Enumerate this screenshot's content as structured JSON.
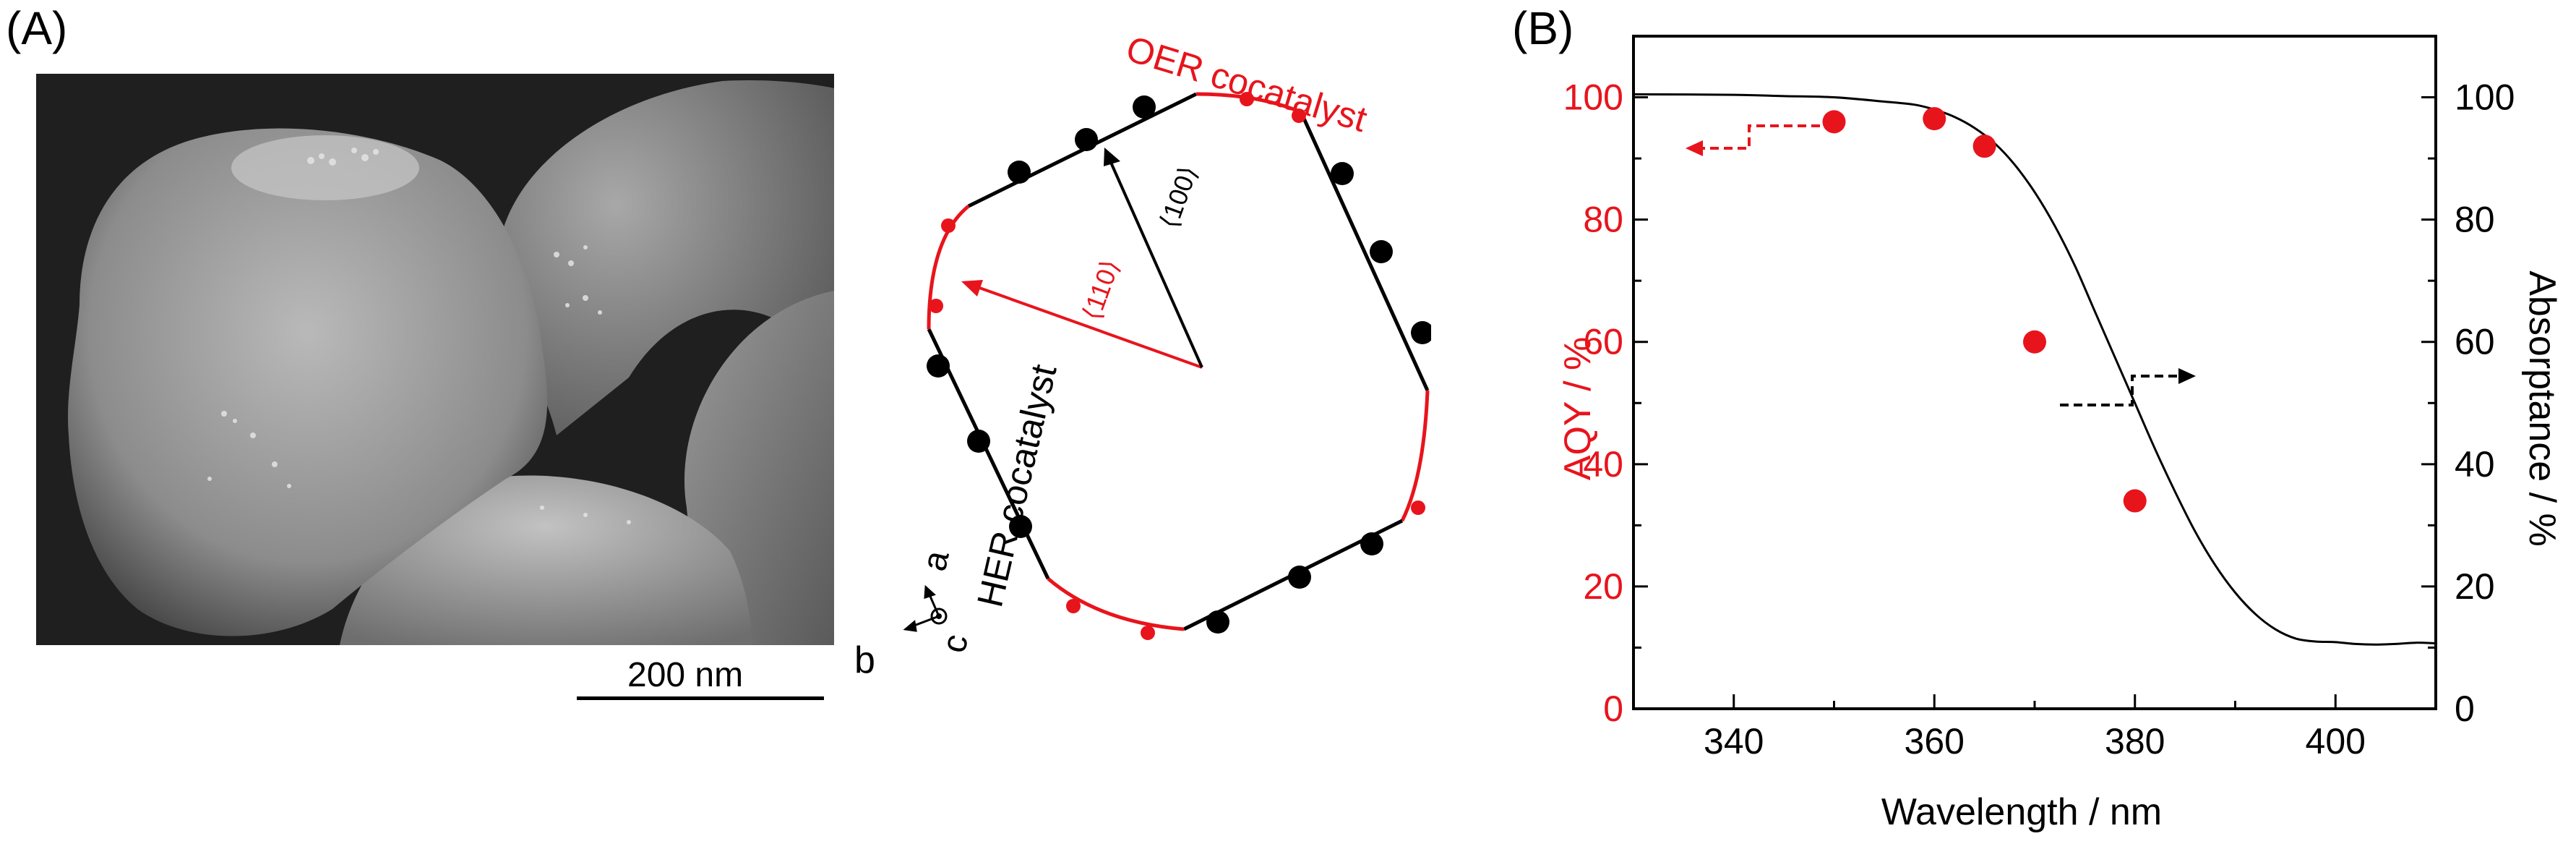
{
  "panel_a": {
    "label": "(A)",
    "scale_bar": "200 nm",
    "schematic": {
      "oer_label": "OER cocatalyst",
      "her_label": "HER cocatalyst",
      "dir_110": "⟨110⟩",
      "dir_100": "⟨100⟩",
      "axis_a": "a",
      "axis_b": "b",
      "axis_c": "c"
    },
    "colors": {
      "oer": "#e8141c",
      "her": "#000000"
    }
  },
  "panel_b": {
    "label": "(B)"
  },
  "chart_data": {
    "type": "scatter",
    "x_axis": {
      "label": "Wavelength / nm",
      "range": [
        330,
        410
      ],
      "ticks": [
        340,
        360,
        380,
        400
      ]
    },
    "y_axis_left": {
      "label": "AQY / %",
      "range": [
        0,
        110
      ],
      "ticks": [
        0,
        20,
        40,
        60,
        80,
        100
      ],
      "color": "#e8141c"
    },
    "y_axis_right": {
      "label": "Absorptance / %",
      "range": [
        0,
        110
      ],
      "ticks": [
        0,
        20,
        40,
        60,
        80,
        100
      ],
      "color": "#000000"
    },
    "series": [
      {
        "kind": "scatter",
        "axis": "left",
        "color": "#e8141c",
        "x": [
          350,
          360,
          365,
          370,
          380
        ],
        "y": [
          96,
          96.5,
          92,
          60,
          34
        ]
      },
      {
        "kind": "line",
        "axis": "right",
        "color": "#000000",
        "x": [
          330,
          340,
          345,
          350,
          355,
          358,
          360,
          362,
          364,
          366,
          368,
          370,
          372,
          374,
          376,
          378,
          380,
          382,
          384,
          386,
          388,
          390,
          392,
          394,
          396,
          398,
          400,
          402,
          404,
          406,
          408,
          410
        ],
        "y": [
          100.5,
          100.4,
          100.2,
          100.0,
          99.3,
          98.8,
          98.0,
          96.8,
          95.0,
          92.5,
          89.0,
          84.5,
          79.0,
          72.5,
          65.0,
          57.5,
          50.0,
          42.5,
          35.5,
          29.0,
          23.5,
          19.0,
          15.5,
          13.0,
          11.5,
          11.0,
          10.9,
          10.6,
          10.5,
          10.6,
          10.8,
          10.7
        ]
      }
    ],
    "annotations": [
      "left-pointing arrow near red points (AQY axis)",
      "right-pointing arrow near curve (absorptance axis)"
    ]
  }
}
